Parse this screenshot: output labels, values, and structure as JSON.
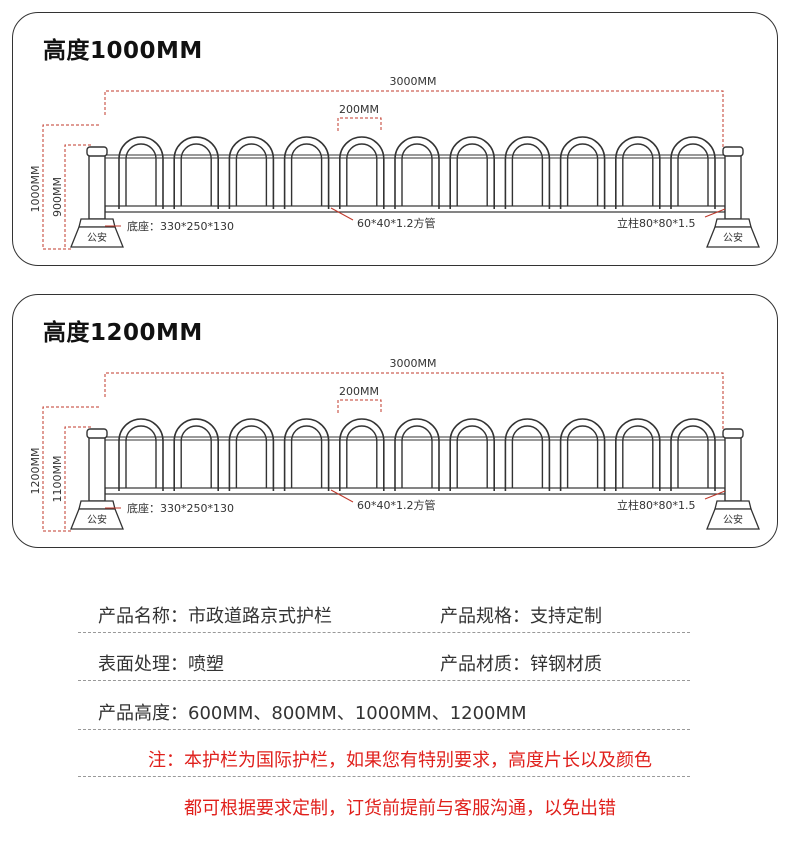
{
  "panels": [
    {
      "title": "高度1000MM",
      "width_label": "3000MM",
      "pitch_label": "200MM",
      "outer_height_label": "1000MM",
      "inner_height_label": "900MM",
      "tube_label": "60*40*1.2方管",
      "post_label": "立柱80*80*1.5",
      "base_label": "底座：330*250*130",
      "base_badge": "公安"
    },
    {
      "title": "高度1200MM",
      "width_label": "3000MM",
      "pitch_label": "200MM",
      "outer_height_label": "1200MM",
      "inner_height_label": "1100MM",
      "tube_label": "60*40*1.2方管",
      "post_label": "立柱80*80*1.5",
      "base_label": "底座：330*250*130",
      "base_badge": "公安"
    }
  ],
  "specs": {
    "name_label": "产品名称：",
    "name_value": "市政道路京式护栏",
    "spec_label": "产品规格：",
    "spec_value": "支持定制",
    "surface_label": "表面处理：",
    "surface_value": "喷塑",
    "material_label": "产品材质：",
    "material_value": "锌钢材质",
    "height_label": "产品高度：",
    "height_value": "600MM、800MM、1000MM、1200MM"
  },
  "notes": {
    "line1": "注：本护栏为国际护栏，如果您有特别要求，高度片长以及颜色",
    "line2": "都可根据要求定制，订货前提前与客服沟通，以免出错"
  },
  "colors": {
    "dimension": "#c0392b",
    "note": "#e0201c",
    "line": "#333333"
  }
}
